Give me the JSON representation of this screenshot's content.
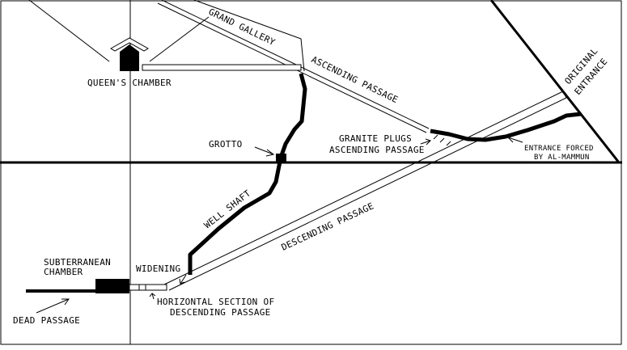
{
  "labels": {
    "grand_gallery": "GRAND GALLERY",
    "ascending_passage": "ASCENDING PASSAGE",
    "queens_chamber": "QUEEN'S CHAMBER",
    "original_entrance_1": "ORIGINAL",
    "original_entrance_2": "ENTRANCE",
    "grotto": "GROTTO",
    "granite_plugs_1": "GRANITE PLUGS",
    "granite_plugs_2": "ASCENDING PASSAGE",
    "entrance_forced_1": "ENTRANCE FORCED",
    "entrance_forced_2": "BY AL-MAMMUN",
    "well_shaft": "WELL SHAFT",
    "descending_passage": "DESCENDING PASSAGE",
    "subterranean_1": "SUBTERRANEAN",
    "subterranean_2": "CHAMBER",
    "widening": "WIDENING",
    "horizontal_section_1": "HORIZONTAL SECTION OF",
    "horizontal_section_2": "DESCENDING PASSAGE",
    "dead_passage": "DEAD PASSAGE"
  },
  "colors": {
    "ink": "#000000",
    "background": "#ffffff"
  }
}
